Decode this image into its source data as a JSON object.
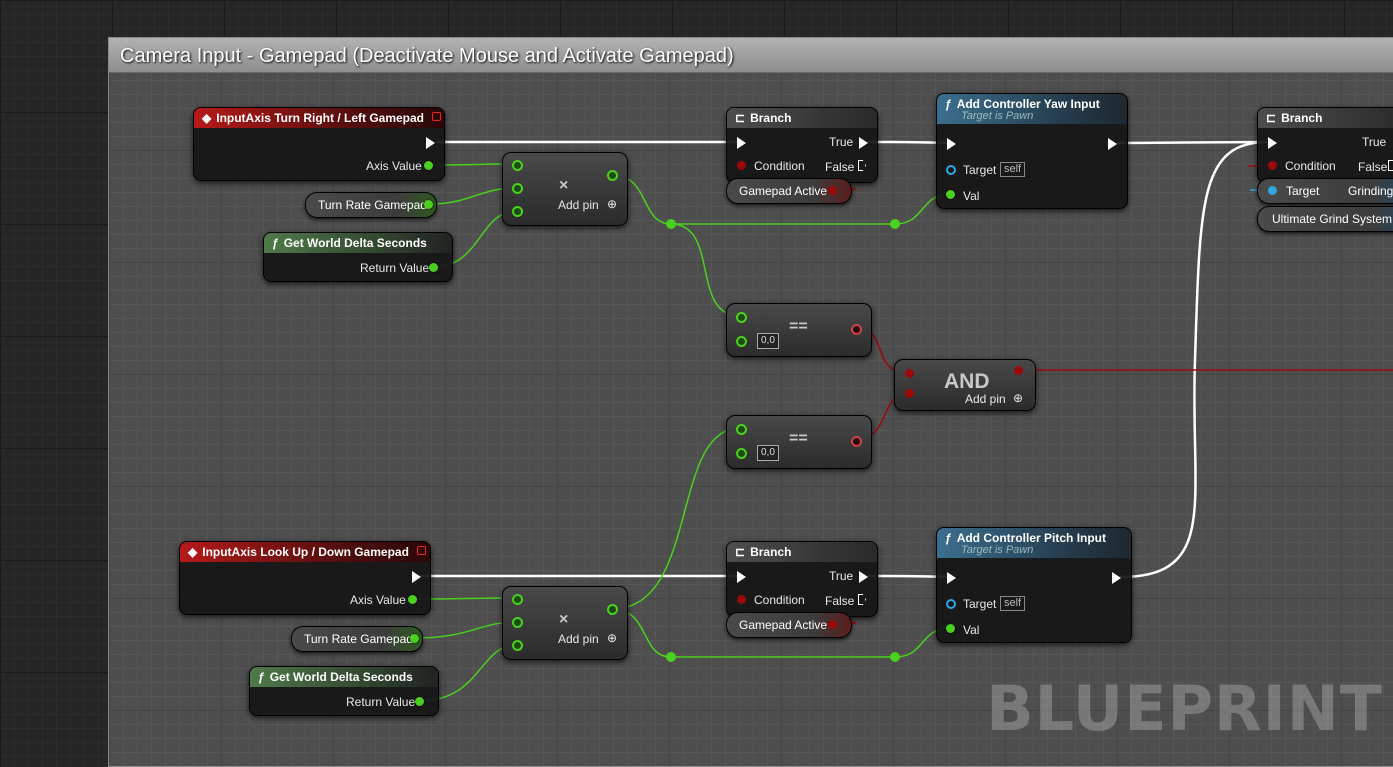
{
  "comment": {
    "title": "Camera Input - Gamepad (Deactivate Mouse and Activate Gamepad)"
  },
  "watermark": "BLUEPRINT",
  "colors": {
    "exec_wire": "#ffffff",
    "float_wire": "#4ad01e",
    "bool_wire": "#9b0a0a",
    "object_wire": "#2fa7e3",
    "event_header": "#b61a1a",
    "function_header": "#3b6f8f",
    "pure_header": "#4f7a49"
  },
  "top": {
    "event": {
      "title": "InputAxis Turn Right / Left Gamepad",
      "axis_value": "Axis Value"
    },
    "turn_rate_var": "Turn Rate Gamepad",
    "delta": {
      "title": "Get World Delta Seconds",
      "return_value": "Return Value"
    },
    "multiply": {
      "add_pin": "Add pin"
    },
    "branch": {
      "title": "Branch",
      "true_label": "True",
      "false_label": "False",
      "condition": "Condition"
    },
    "gamepad_var": "Gamepad Active",
    "yaw": {
      "title": "Add Controller Yaw Input",
      "subtitle": "Target is Pawn",
      "target": "Target",
      "self": "self",
      "val": "Val"
    }
  },
  "compare": {
    "eq1": {
      "op": "==",
      "value": "0,0"
    },
    "eq2": {
      "op": "==",
      "value": "0,0"
    },
    "and_node": {
      "title": "AND",
      "add_pin": "Add pin"
    }
  },
  "right_branch": {
    "title": "Branch",
    "true_label": "True",
    "false_label": "False",
    "condition": "Condition",
    "target": "Target",
    "grinding": "Grinding",
    "system_var": "Ultimate Grind System"
  },
  "bottom": {
    "event": {
      "title": "InputAxis Look Up / Down Gamepad",
      "axis_value": "Axis Value"
    },
    "turn_rate_var": "Turn Rate Gamepad",
    "delta": {
      "title": "Get World Delta Seconds",
      "return_value": "Return Value"
    },
    "multiply": {
      "add_pin": "Add pin"
    },
    "branch": {
      "title": "Branch",
      "true_label": "True",
      "false_label": "False",
      "condition": "Condition"
    },
    "gamepad_var": "Gamepad Active",
    "pitch": {
      "title": "Add Controller Pitch Input",
      "subtitle": "Target is Pawn",
      "target": "Target",
      "self": "self",
      "val": "Val"
    }
  }
}
